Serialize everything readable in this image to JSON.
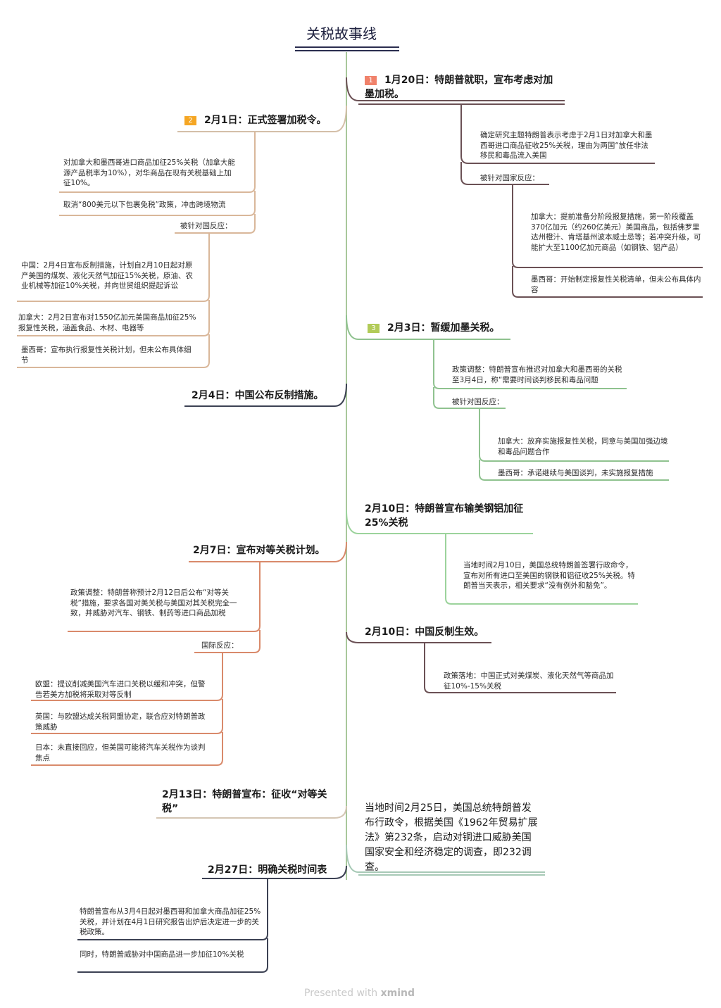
{
  "title": "关税故事线",
  "colors": {
    "title_underline": "#2a2d4f",
    "trunk": "#a8c89b",
    "t1": "#6b5155",
    "t2": "#d4bfa8",
    "t2_sub": "#d9b79a",
    "t3": "#8fc28f",
    "t4": "#3c4153",
    "t5": "#9cd39c",
    "t6": "#d98a6b",
    "t7": "#6b5155",
    "t8": "#d4c6b4",
    "t9": "#a7c9b6",
    "t10": "#3c4153",
    "badge1": "#f0826b",
    "badge2": "#f5a623",
    "badge3": "#b2cb58"
  },
  "topics": {
    "t1": {
      "badge": "1",
      "label": "1月20日：特朗普就职，宣布考虑对加墨加税。",
      "subs": [
        "确定研究主题特朗普表示考虑于2月1日对加拿大和墨西哥进口商品征收25%关税，理由为两国“放任非法移民和毒品流入美国",
        "被针对国家反应："
      ],
      "reactions": [
        "加拿大：提前准备分阶段报复措施，第一阶段覆盖370亿加元（约260亿美元）美国商品，包括佛罗里达州橙汁、肯塔基州波本威士忌等；若冲突升级，可能扩大至1100亿加元商品（如钢铁、铝产品）",
        "墨西哥：开始制定报复性关税清单，但未公布具体内容"
      ]
    },
    "t2": {
      "badge": "2",
      "label": "2月1日：正式签署加税令。",
      "subs": [
        "对加拿大和墨西哥进口商品加征25%关税（加拿大能源产品税率为10%），对华商品在现有关税基础上加征10%。",
        "取消“800美元以下包裹免税”政策，冲击跨境物流",
        "被针对国反应："
      ],
      "reactions": [
        "中国：2月4日宣布反制措施，计划自2月10日起对原产美国的煤炭、液化天然气加征15%关税，原油、农业机械等加征10%关税，并向世贸组织提起诉讼",
        "加拿大：2月2日宣布对1550亿加元美国商品加征25%报复性关税，涵盖食品、木材、电器等",
        "墨西哥：宣布执行报复性关税计划，但未公布具体细节"
      ]
    },
    "t3": {
      "badge": "3",
      "label": "2月3日：暂缓加墨关税。",
      "subs": [
        "政策调整：特朗普宣布推迟对加拿大和墨西哥的关税至3月4日，称“需要时间谈判移民和毒品问题",
        "被针对国反应："
      ],
      "reactions": [
        "加拿大：放弃实施报复性关税，同意与美国加强边境和毒品问题合作",
        "墨西哥：承诺继续与美国谈判，未实施报复措施"
      ]
    },
    "t4": {
      "label": "2月4日：中国公布反制措施。"
    },
    "t5": {
      "label": "2月10日：特朗普宣布输美钢铝加征25%关税",
      "subs": [
        "当地时间2月10日，美国总统特朗普签署行政命令，宣布对所有进口至美国的钢铁和铝征收25%关税。特朗普当天表示，相关要求“没有例外和豁免”。"
      ]
    },
    "t6": {
      "label": "2月7日：宣布对等关税计划。",
      "subs": [
        "政策调整：特朗普称预计2月12日后公布“对等关税”措施，要求各国对美关税与美国对其关税完全一致，并威胁对汽车、钢铁、制药等进口商品加税",
        "国际反应："
      ],
      "reactions": [
        "欧盟：提议削减美国汽车进口关税以缓和冲突，但警告若美方加税将采取对等反制",
        "英国：与欧盟达成关税同盟协定，联合应对特朗普政策威胁",
        "日本：未直接回应，但美国可能将汽车关税作为谈判焦点"
      ]
    },
    "t7": {
      "label": "2月10日：中国反制生效。",
      "subs": [
        "政策落地：中国正式对美煤炭、液化天然气等商品加征10%-15%关税"
      ]
    },
    "t8": {
      "label": "2月13日：特朗普宣布：征收“对等关税”"
    },
    "t9": {
      "label": "当地时间2月25日，美国总统特朗普发布行政令，根据美国《1962年贸易扩展法》第232条，启动对铜进口威胁美国国家安全和经济稳定的调查，即232调查。"
    },
    "t10": {
      "label": "2月27日：明确关税时间表",
      "subs": [
        "特朗普宣布从3月4日起对墨西哥和加拿大商品加征25%关税，并计划在4月1日研究报告出炉后决定进一步的关税政策。",
        "同时，特朗普威胁对中国商品进一步加征10%关税"
      ]
    }
  },
  "watermark": {
    "prefix": "Presented with ",
    "brand": "xmind"
  }
}
